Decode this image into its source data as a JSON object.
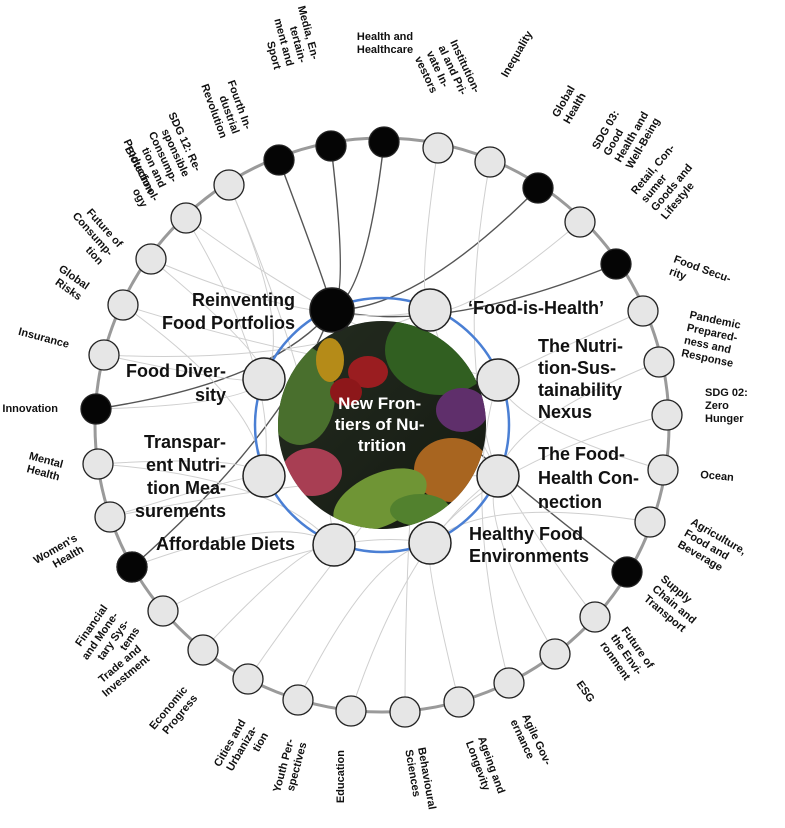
{
  "center": {
    "title_lines": [
      "New Fron-",
      "tiers of Nu-",
      "trition"
    ],
    "ring_color": "#4a7fd4"
  },
  "colors": {
    "outer_ring": "#9a9a9a",
    "node_fill": "#e6e6e6",
    "node_stroke": "#222222",
    "active_node": "#050505",
    "link_light": "#cfcfcf",
    "link_dark": "#555555"
  },
  "key_issues": [
    {
      "id": "reinventing",
      "lines": [
        "Reinventing",
        "Food Portfolios"
      ],
      "active": true
    },
    {
      "id": "food-is-health",
      "lines": [
        "‘Food-is-Health’"
      ],
      "active": false
    },
    {
      "id": "nutrition-sustainability",
      "lines": [
        "The Nutri-",
        "tion-Sus-",
        "tainability",
        "Nexus"
      ],
      "active": false
    },
    {
      "id": "food-health-connection",
      "lines": [
        "The Food-",
        "Health Con-",
        "nection"
      ],
      "active": false
    },
    {
      "id": "healthy-environments",
      "lines": [
        "Healthy Food",
        "Environments"
      ],
      "active": false
    },
    {
      "id": "affordable-diets",
      "lines": [
        "Affordable Diets"
      ],
      "active": false
    },
    {
      "id": "transparent-measurements",
      "lines": [
        "Transpar-",
        "ent Nutri-",
        "tion Mea-",
        "surements"
      ],
      "active": false
    },
    {
      "id": "food-diversity",
      "lines": [
        "Food Diver-",
        "sity"
      ],
      "active": false
    }
  ],
  "topics": [
    {
      "id": "health-healthcare",
      "lines": [
        "Health and",
        "Healthcare"
      ],
      "active": true
    },
    {
      "id": "institutional-investors",
      "lines": [
        "Institution-",
        "al and Pri-",
        "vate In-",
        "vestors"
      ],
      "active": false
    },
    {
      "id": "inequality",
      "lines": [
        "Inequality"
      ],
      "active": false
    },
    {
      "id": "global-health",
      "lines": [
        "Global",
        "Health"
      ],
      "active": true
    },
    {
      "id": "sdg03",
      "lines": [
        "SDG 03:",
        "Good",
        "Health and",
        "Well-Being"
      ],
      "active": false
    },
    {
      "id": "retail-consumer",
      "lines": [
        "Retail, Con-",
        "sumer",
        "Goods and",
        "Lifestyle"
      ],
      "active": true
    },
    {
      "id": "food-security",
      "lines": [
        "Food Secu-",
        "rity"
      ],
      "active": false
    },
    {
      "id": "pandemic",
      "lines": [
        "Pandemic",
        "Prepared-",
        "ness and",
        "Response"
      ],
      "active": false
    },
    {
      "id": "sdg02",
      "lines": [
        "SDG 02:",
        "Zero",
        "Hunger"
      ],
      "active": false
    },
    {
      "id": "ocean",
      "lines": [
        "Ocean"
      ],
      "active": false
    },
    {
      "id": "agriculture",
      "lines": [
        "Agriculture,",
        "Food and",
        "Beverage"
      ],
      "active": false
    },
    {
      "id": "supply-chain",
      "lines": [
        "Supply",
        "Chain and",
        "Transport"
      ],
      "active": true
    },
    {
      "id": "future-environment",
      "lines": [
        "Future of",
        "the Envi-",
        "ronment"
      ],
      "active": false
    },
    {
      "id": "esg",
      "lines": [
        "ESG"
      ],
      "active": false
    },
    {
      "id": "agile-governance",
      "lines": [
        "Agile Gov-",
        "ernance"
      ],
      "active": false
    },
    {
      "id": "ageing",
      "lines": [
        "Ageing and",
        "Longevity"
      ],
      "active": false
    },
    {
      "id": "behavioural",
      "lines": [
        "Behavioural",
        "Sciences"
      ],
      "active": false
    },
    {
      "id": "education",
      "lines": [
        "Education"
      ],
      "active": false
    },
    {
      "id": "youth",
      "lines": [
        "Youth Per-",
        "spectives"
      ],
      "active": false
    },
    {
      "id": "cities",
      "lines": [
        "Cities and",
        "Urbaniza-",
        "tion"
      ],
      "active": false
    },
    {
      "id": "economic-progress",
      "lines": [
        "Economic",
        "Progress"
      ],
      "active": false
    },
    {
      "id": "trade",
      "lines": [
        "Trade and",
        "Investment"
      ],
      "active": false
    },
    {
      "id": "financial-monetary",
      "lines": [
        "Financial",
        "and Mone-",
        "tary Sys-",
        "tems"
      ],
      "active": false
    },
    {
      "id": "financial-active",
      "lines": [],
      "active": true
    },
    {
      "id": "womens-health",
      "lines": [
        "Women's",
        "Health"
      ],
      "active": false
    },
    {
      "id": "mental-health",
      "lines": [
        "Mental",
        "Health"
      ],
      "active": false
    },
    {
      "id": "innovation",
      "lines": [
        "Innovation"
      ],
      "active": true
    },
    {
      "id": "insurance",
      "lines": [
        "Insurance"
      ],
      "active": false
    },
    {
      "id": "global-risks",
      "lines": [
        "Global",
        "Risks"
      ],
      "active": false
    },
    {
      "id": "future-consumption",
      "lines": [
        "Future of",
        "Consump-",
        "tion"
      ],
      "active": false
    },
    {
      "id": "biotechnology",
      "lines": [
        "Biotechnol-",
        "ogy"
      ],
      "active": false
    },
    {
      "id": "sdg12",
      "lines": [
        "SDG 12: Re-",
        "sponsible",
        "Consump-",
        "tion and",
        "Production"
      ],
      "active": false
    },
    {
      "id": "fourth-ir",
      "lines": [
        "Fourth In-",
        "dustrial",
        "Revolution"
      ],
      "active": true
    },
    {
      "id": "media",
      "lines": [
        "Media, En-",
        "tertain-",
        "ment and",
        "Sport"
      ],
      "active": true
    }
  ],
  "links": [
    [
      0,
      0
    ],
    [
      0,
      3
    ],
    [
      0,
      5
    ],
    [
      0,
      11
    ],
    [
      0,
      26
    ],
    [
      0,
      32
    ],
    [
      0,
      33
    ],
    [
      0,
      23
    ],
    [
      1,
      1
    ],
    [
      1,
      4
    ],
    [
      1,
      12
    ],
    [
      1,
      16
    ],
    [
      1,
      27
    ],
    [
      1,
      29
    ],
    [
      2,
      6
    ],
    [
      2,
      9
    ],
    [
      2,
      14
    ],
    [
      2,
      19
    ],
    [
      2,
      28
    ],
    [
      2,
      30
    ],
    [
      3,
      7
    ],
    [
      3,
      13
    ],
    [
      3,
      17
    ],
    [
      3,
      24
    ],
    [
      3,
      2
    ],
    [
      4,
      10
    ],
    [
      4,
      15
    ],
    [
      4,
      18
    ],
    [
      4,
      21
    ],
    [
      4,
      8
    ],
    [
      5,
      20
    ],
    [
      5,
      22
    ],
    [
      5,
      25
    ],
    [
      5,
      31
    ],
    [
      6,
      24
    ],
    [
      6,
      25
    ],
    [
      6,
      28
    ],
    [
      6,
      30
    ],
    [
      7,
      26
    ],
    [
      7,
      27
    ],
    [
      7,
      29
    ],
    [
      7,
      31
    ]
  ]
}
